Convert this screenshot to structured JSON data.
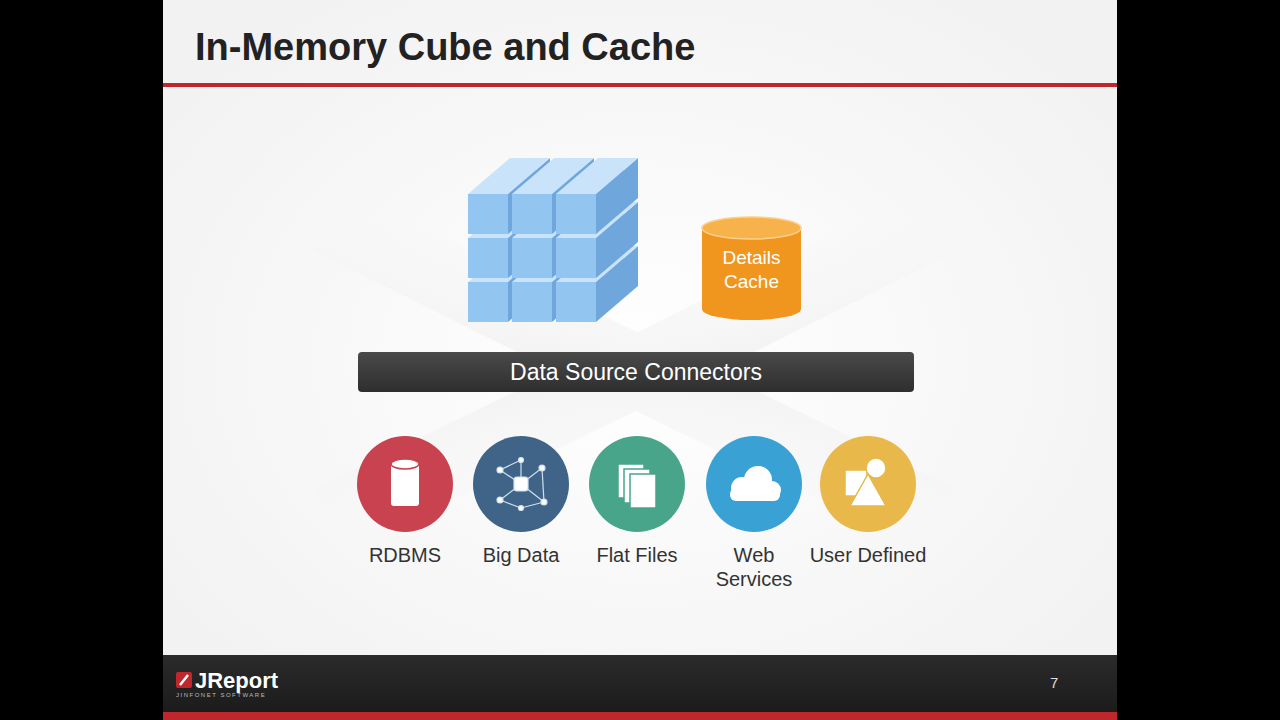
{
  "diagram": {
    "title": "In-Memory Cube and Cache",
    "nodes": [
      {
        "text": [
          "Details Cache"
        ]
      },
      {
        "text": [
          "Data Source Connectors"
        ]
      },
      {
        "text": [
          "RDBMS"
        ]
      },
      {
        "text": [
          "Big Data"
        ]
      },
      {
        "text": [
          "Flat Files"
        ]
      },
      {
        "text": [
          "Web Services"
        ]
      },
      {
        "text": [
          "User Defined"
        ]
      }
    ],
    "labels": [
      "JReport",
      "JINFONET SOFTWARE",
      "7"
    ]
  }
}
